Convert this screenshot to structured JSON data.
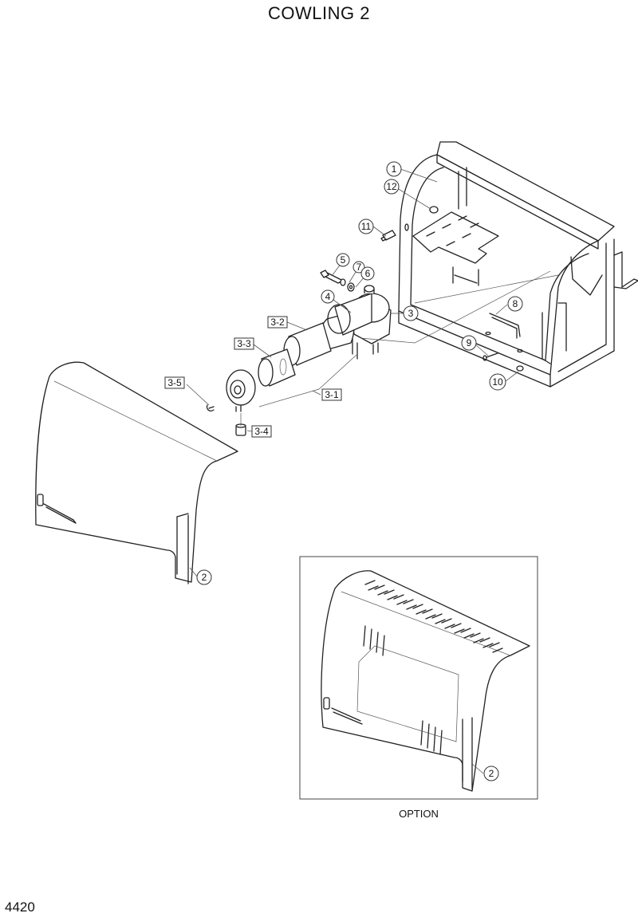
{
  "title": "COWLING 2",
  "page_number": "4420",
  "option_caption": "OPTION",
  "callouts": [
    {
      "id": "c1",
      "label": "1",
      "shape": "circle"
    },
    {
      "id": "c12",
      "label": "12",
      "shape": "circle"
    },
    {
      "id": "c11",
      "label": "11",
      "shape": "circle"
    },
    {
      "id": "c5",
      "label": "5",
      "shape": "circle"
    },
    {
      "id": "c7",
      "label": "7",
      "shape": "circle"
    },
    {
      "id": "c6",
      "label": "6",
      "shape": "circle"
    },
    {
      "id": "c4",
      "label": "4",
      "shape": "circle"
    },
    {
      "id": "c3",
      "label": "3",
      "shape": "circle"
    },
    {
      "id": "c8",
      "label": "8",
      "shape": "circle"
    },
    {
      "id": "c9",
      "label": "9",
      "shape": "circle"
    },
    {
      "id": "c10",
      "label": "10",
      "shape": "circle"
    },
    {
      "id": "c32",
      "label": "3-2",
      "shape": "box"
    },
    {
      "id": "c33",
      "label": "3-3",
      "shape": "box"
    },
    {
      "id": "c35",
      "label": "3-5",
      "shape": "box"
    },
    {
      "id": "c31",
      "label": "3-1",
      "shape": "box"
    },
    {
      "id": "c34",
      "label": "3-4",
      "shape": "box"
    },
    {
      "id": "c2a",
      "label": "2",
      "shape": "circle"
    },
    {
      "id": "c2b",
      "label": "2",
      "shape": "circle"
    }
  ]
}
